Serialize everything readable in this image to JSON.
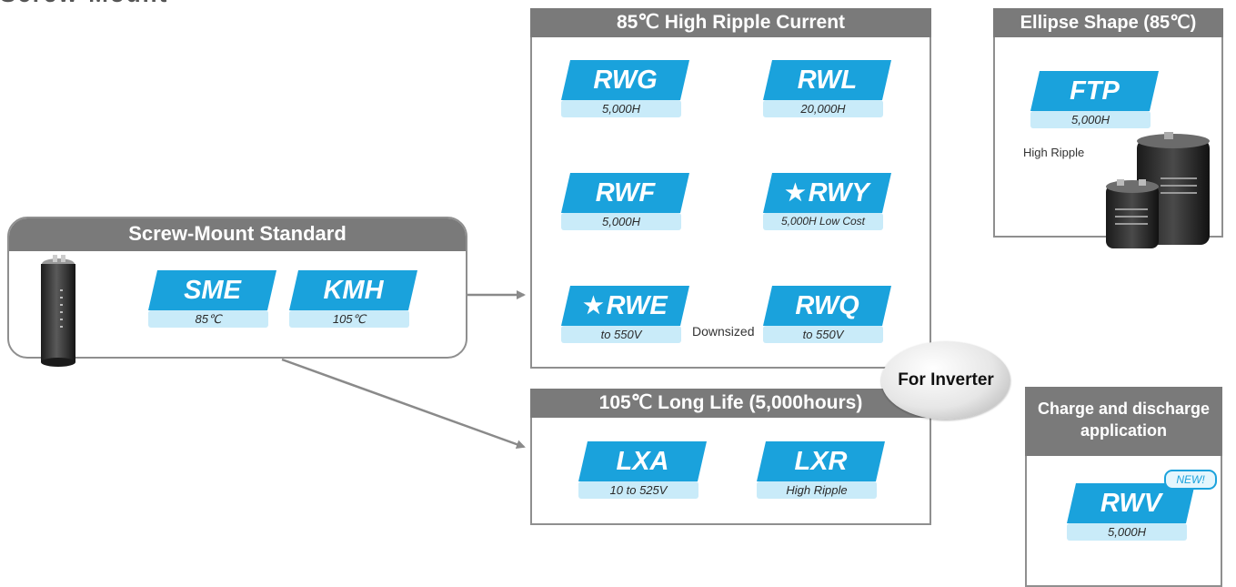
{
  "title_fragment": "Screw-Mount",
  "groups": {
    "standard": {
      "title": "Screw-Mount Standard"
    },
    "high_ripple": {
      "title": "85℃ High Ripple Current"
    },
    "ellipse": {
      "title": "Ellipse Shape (85℃)",
      "note": "High Ripple"
    },
    "long_life": {
      "title": "105℃ Long Life (5,000hours)"
    },
    "charge": {
      "title_line1": "Charge and discharge",
      "title_line2": "application"
    }
  },
  "series": {
    "sme": {
      "name": "SME",
      "spec": "85℃"
    },
    "kmh": {
      "name": "KMH",
      "spec": "105℃"
    },
    "rwg": {
      "name": "RWG",
      "spec": "5,000H"
    },
    "rwl": {
      "name": "RWL",
      "spec": "20,000H"
    },
    "rwf": {
      "name": "RWF",
      "spec": "5,000H"
    },
    "rwy": {
      "name": "RWY",
      "spec": "5,000H Low Cost",
      "star": "★"
    },
    "rwe": {
      "name": "RWE",
      "spec": "to 550V",
      "star": "★"
    },
    "rwq": {
      "name": "RWQ",
      "spec": "to 550V"
    },
    "ftp": {
      "name": "FTP",
      "spec": "5,000H"
    },
    "lxa": {
      "name": "LXA",
      "spec": "10 to 525V"
    },
    "lxr": {
      "name": "LXR",
      "spec": "High Ripple"
    },
    "rwv": {
      "name": "RWV",
      "spec": "5,000H",
      "badge": "NEW!"
    }
  },
  "labels": {
    "downsized": "Downsized",
    "for_inverter": "For Inverter"
  },
  "colors": {
    "series_blue": "#1aa2dc",
    "series_sub": "#c9ebf9",
    "title_gray": "#7a7a7a",
    "arrow_gray": "#8a8a8a"
  }
}
